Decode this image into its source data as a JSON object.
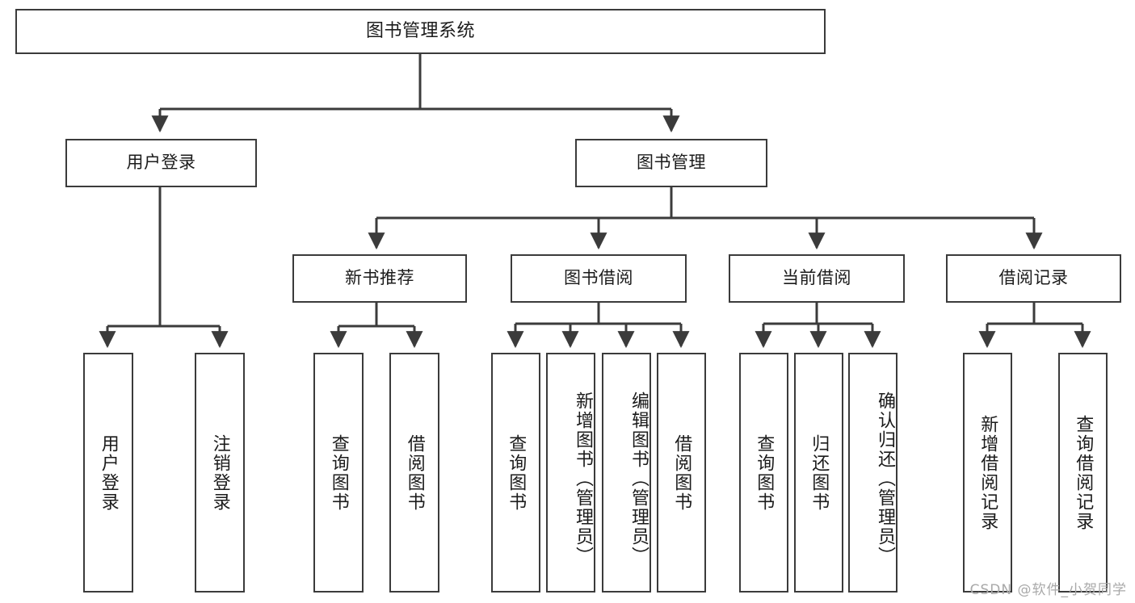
{
  "diagram": {
    "title": "图书管理系统",
    "watermark": "CSDN @软件_小贺同学",
    "line_color": "#3b3b3b",
    "text_color": "#1b1b1b",
    "background": "#ffffff",
    "root": {
      "label": "图书管理系统"
    },
    "level2": [
      {
        "label": "用户登录"
      },
      {
        "label": "图书管理"
      }
    ],
    "level3": [
      {
        "label": "新书推荐"
      },
      {
        "label": "图书借阅"
      },
      {
        "label": "当前借阅"
      },
      {
        "label": "借阅记录"
      }
    ],
    "leaves": {
      "user_login": [
        {
          "label": "用户登录"
        },
        {
          "label": "注销登录"
        }
      ],
      "new_book_recommend": [
        {
          "label": "查询图书"
        },
        {
          "label": "借阅图书"
        }
      ],
      "book_borrow": [
        {
          "label": "查询图书"
        },
        {
          "label": "新增图书（管理员）"
        },
        {
          "label": "编辑图书（管理员）"
        },
        {
          "label": "借阅图书"
        }
      ],
      "current_borrow": [
        {
          "label": "查询图书"
        },
        {
          "label": "归还图书"
        },
        {
          "label": "确认归还（管理员）"
        }
      ],
      "borrow_record": [
        {
          "label": "新增借阅记录"
        },
        {
          "label": "查询借阅记录"
        }
      ]
    }
  }
}
